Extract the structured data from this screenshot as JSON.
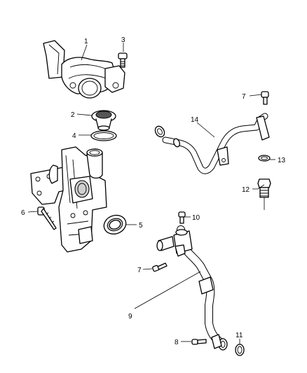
{
  "callouts": {
    "c1": "1",
    "c2": "2",
    "c3": "3",
    "c4": "4",
    "c5": "5",
    "c6": "6",
    "c7a": "7",
    "c7b": "7",
    "c8": "8",
    "c9": "9",
    "c10": "10",
    "c11": "11",
    "c12": "12",
    "c13": "13",
    "c14": "14"
  }
}
